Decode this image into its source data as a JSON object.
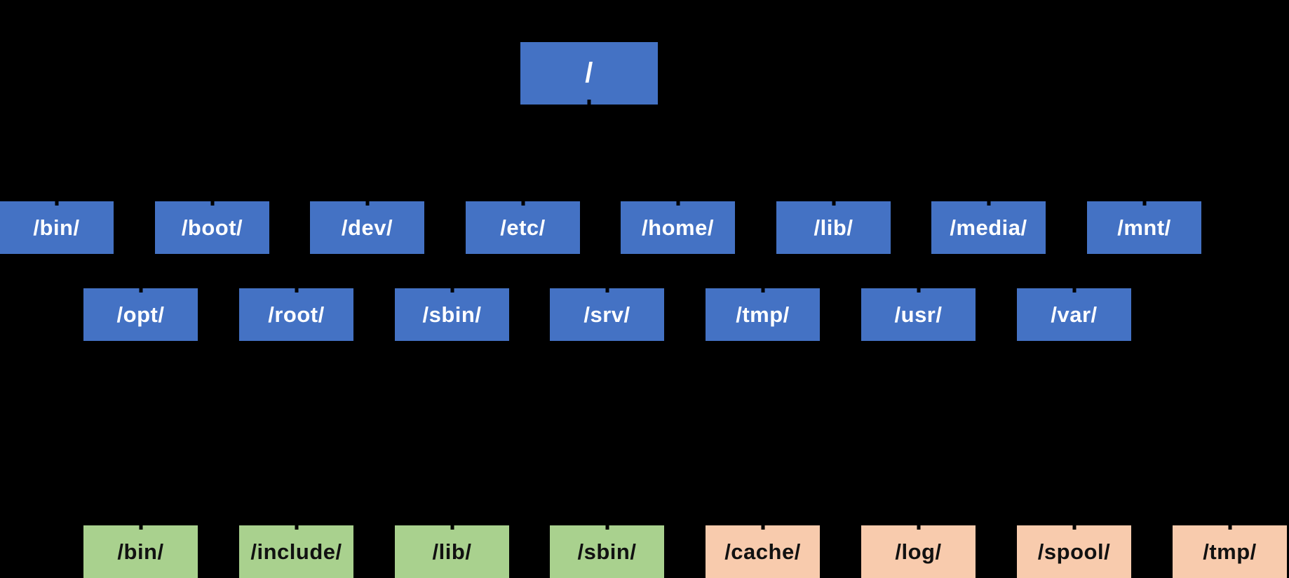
{
  "colors": {
    "background": "#000000",
    "directory_blue": "#4472C4",
    "usr_children_green": "#A9D18E",
    "var_children_peach": "#F8CBAD",
    "text_on_blue": "#FFFFFF",
    "text_on_light": "#111111",
    "connector": "#000000"
  },
  "tree": {
    "root": {
      "label": "/"
    },
    "row1": [
      {
        "label": "/bin/"
      },
      {
        "label": "/boot/"
      },
      {
        "label": "/dev/"
      },
      {
        "label": "/etc/"
      },
      {
        "label": "/home/"
      },
      {
        "label": "/lib/"
      },
      {
        "label": "/media/"
      },
      {
        "label": "/mnt/"
      }
    ],
    "row2": [
      {
        "label": "/opt/"
      },
      {
        "label": "/root/"
      },
      {
        "label": "/sbin/"
      },
      {
        "label": "/srv/"
      },
      {
        "label": "/tmp/"
      },
      {
        "label": "/usr/"
      },
      {
        "label": "/var/"
      }
    ],
    "row3": [
      {
        "label": "/bin/",
        "variant": "green"
      },
      {
        "label": "/include/",
        "variant": "green"
      },
      {
        "label": "/lib/",
        "variant": "green"
      },
      {
        "label": "/sbin/",
        "variant": "green"
      },
      {
        "label": "/cache/",
        "variant": "peach"
      },
      {
        "label": "/log/",
        "variant": "peach"
      },
      {
        "label": "/spool/",
        "variant": "peach"
      },
      {
        "label": "/tmp/",
        "variant": "peach"
      }
    ]
  }
}
